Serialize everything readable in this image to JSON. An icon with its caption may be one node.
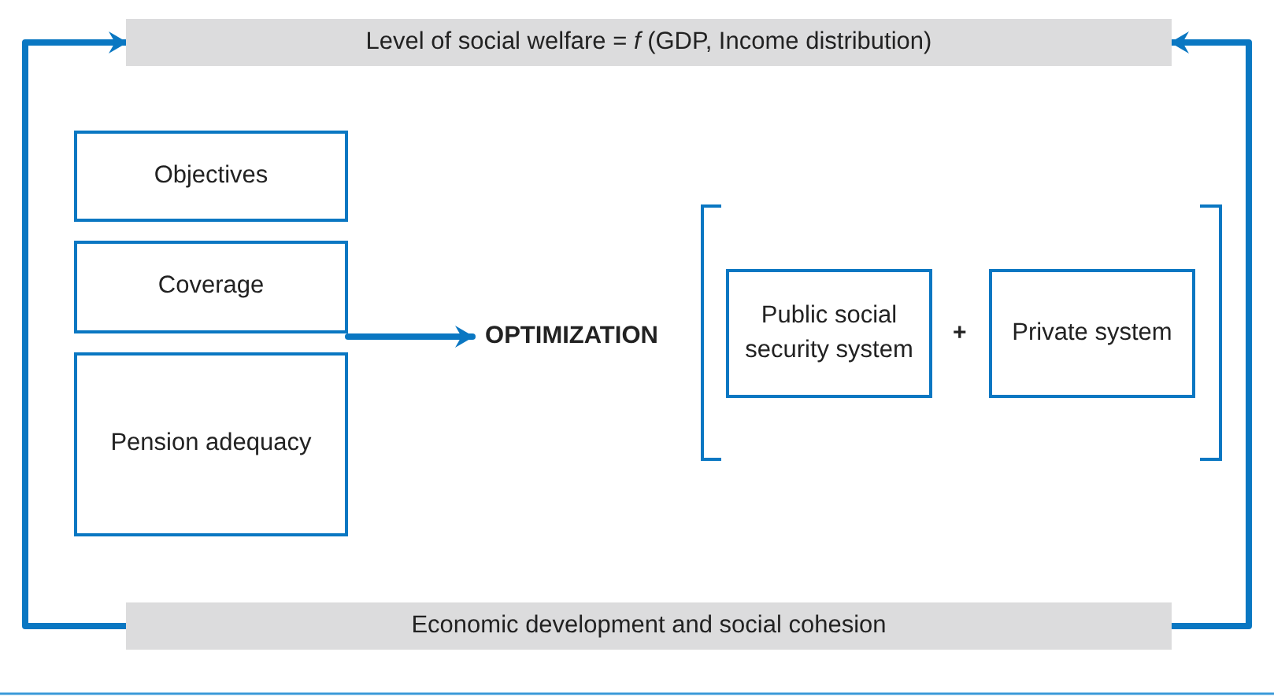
{
  "diagram": {
    "nodes": [
      {
        "text": [
          "Level of social welfare = *f* (GDP, Income distribution)"
        ]
      },
      {
        "text": [
          "Objectives"
        ]
      },
      {
        "text": [
          "Coverage"
        ]
      },
      {
        "text": [
          "Pension adequacy"
        ]
      },
      {
        "text": [
          "OPTIMIZATION"
        ]
      },
      {
        "text": [
          "Public social security system"
        ]
      },
      {
        "text": [
          "Private system"
        ]
      },
      {
        "text": [
          "Economic development and social cohesion"
        ]
      }
    ],
    "edges": [
      {
        "from": 7,
        "to": 0,
        "arrow": "to"
      },
      {
        "from": 7,
        "to": 0,
        "arrow": "to"
      },
      {
        "from": 2,
        "to": 4,
        "arrow": "to"
      }
    ],
    "labels": [
      "+"
    ]
  }
}
